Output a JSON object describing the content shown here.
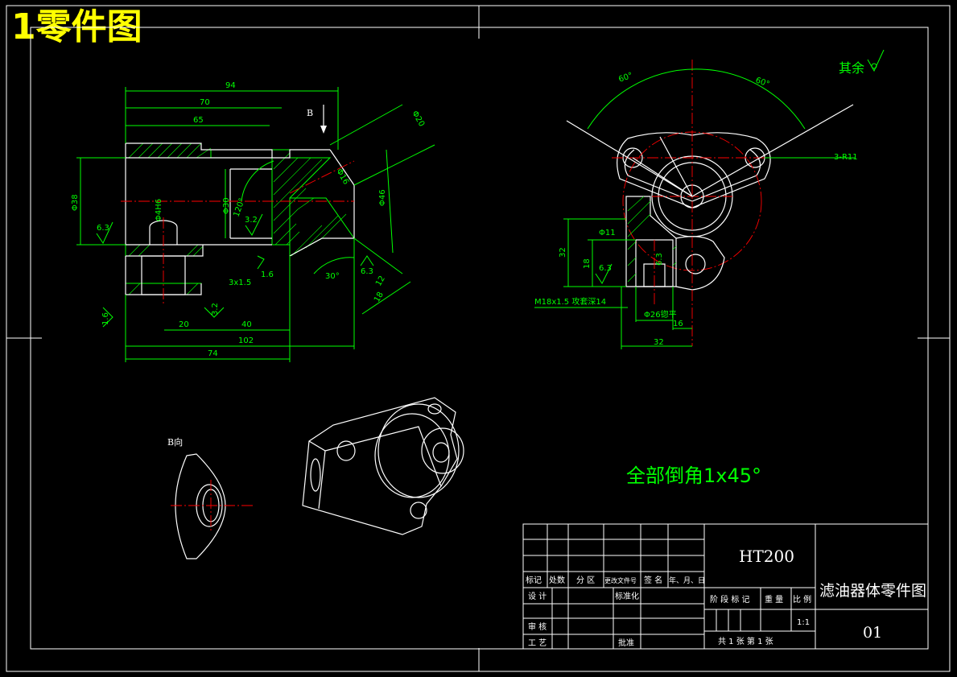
{
  "title": "1零件图",
  "surface_finish_note": "其余",
  "chamfer_note": "全部倒角1x45°",
  "view_label_b": "B",
  "view_label_b_direction": "B向",
  "dims": {
    "d94": "94",
    "d70": "70",
    "d65": "65",
    "d38": "Φ38",
    "d30": "Φ30",
    "d4h": "Φ4H6",
    "d63a": "6.3",
    "d32a": "3.2",
    "d120": "120°",
    "d20": "20",
    "d40": "40",
    "d102": "102",
    "d74": "74",
    "d16a": "1.6",
    "d32b": "3.2",
    "d3x15": "3x1.5",
    "d16b": "1.6",
    "d16c": "Φ16",
    "d30b": "30°",
    "d63b": "6.3",
    "d12": "12",
    "d18": "18",
    "d46": "Φ46",
    "d20b": "Φ20",
    "d60a": "60°",
    "d60b": "60°",
    "d3r11": "3-R11",
    "d11": "Φ11",
    "d32c": "32",
    "d18b": "18",
    "d63c": "6.3",
    "d63d": "6.3",
    "dm18": "M18x1.5 攻套深14",
    "d26": "Φ26锪平",
    "d16d": "16",
    "d32d": "32"
  },
  "title_block": {
    "material": "HT200",
    "drawing_name": "滤油器体零件图",
    "drawing_no": "01",
    "col_biaoji": "标记",
    "col_chushu": "处数",
    "col_fenqu": "分 区",
    "col_wenjian": "更改文件号",
    "col_qianming": "签 名",
    "col_riqi": "年、月、日",
    "row_sheji": "设 计",
    "row_biaozhunhua": "标准化",
    "row_shenhe": "审 核",
    "row_gongyi": "工 艺",
    "row_pizhun": "批准",
    "stage_mark": "阶 段 标 记",
    "weight": "重 量",
    "scale_label": "比 例",
    "scale_value": "1:1",
    "sheets": "共 1  张  第  1 张"
  }
}
